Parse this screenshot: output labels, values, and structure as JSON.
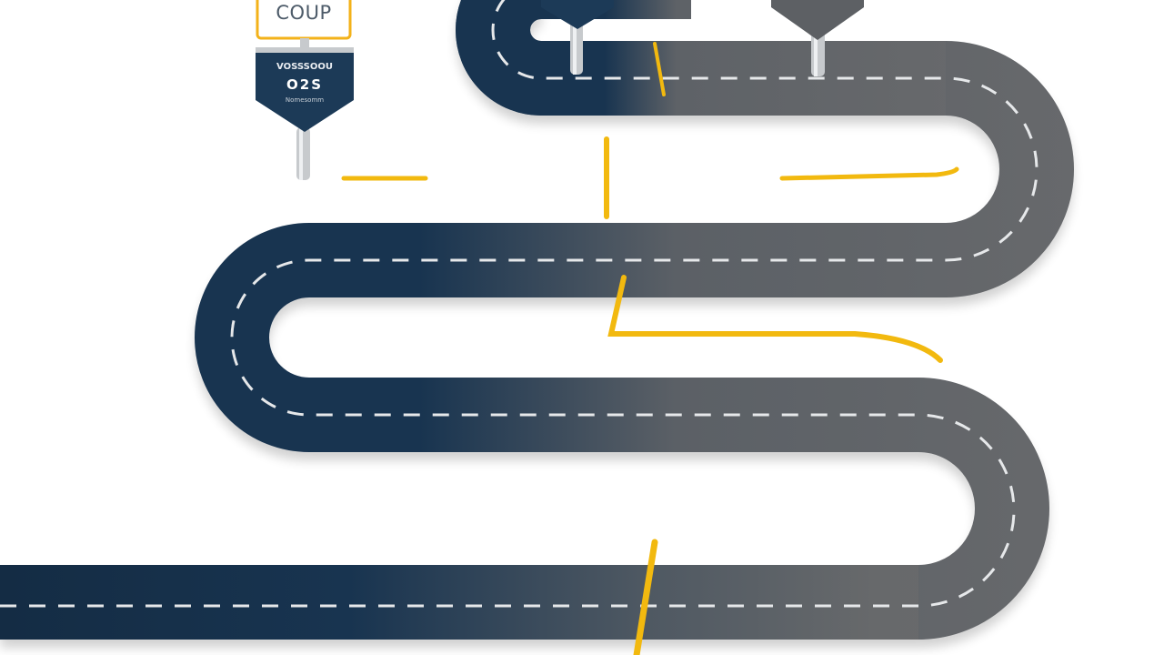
{
  "colors": {
    "road_dark": "#183450",
    "road_grey": "#646669",
    "stripe_yellow": "#f2b90f",
    "lane_dash": "#e6e8ea",
    "sign_dark": "#1c3a57",
    "sign_border": "#f3b21a",
    "pole": "#c7cacd",
    "background": "#ffffff"
  },
  "signs": {
    "top_label": "COUP",
    "main_caption_1": "VOSSSOOU",
    "main_value": "O2S",
    "main_caption_2": "Nomesomm"
  },
  "icons": [
    "map-pin-marker",
    "map-pin-marker",
    "map-pin-marker"
  ]
}
